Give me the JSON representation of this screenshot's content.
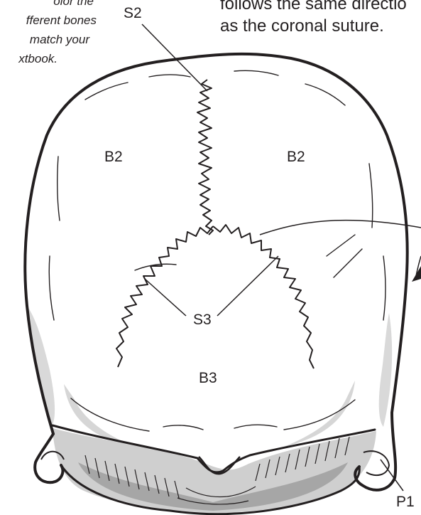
{
  "instructions": {
    "left_note_lines": [
      "olor the",
      "fferent bones",
      "match your",
      "xtbook."
    ],
    "right_note_lines": [
      "follows the same directio",
      "as the coronal suture."
    ]
  },
  "labels": {
    "s2": "S2",
    "b2_left": "B2",
    "b2_right": "B2",
    "s3": "S3",
    "b3": "B3",
    "p1": "P1"
  },
  "colors": {
    "ink": "#231f20",
    "shading_light": "#d4d4d4",
    "shading_dark": "#9a9a9a",
    "background": "#ffffff"
  }
}
